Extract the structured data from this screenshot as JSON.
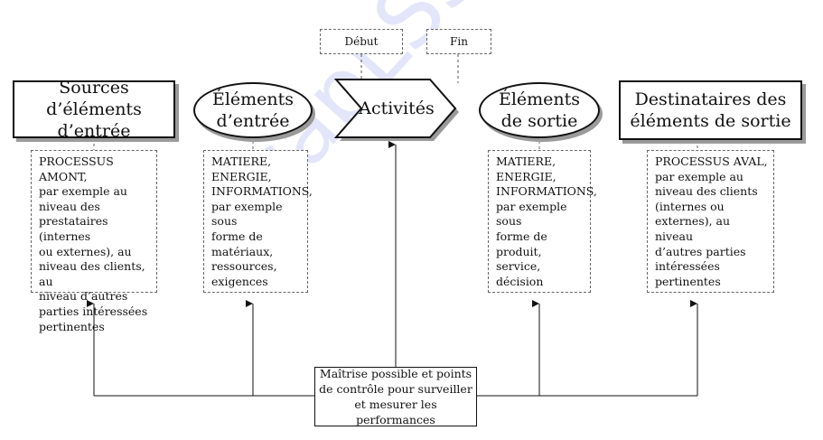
{
  "watermark": "capLSS.com",
  "tags": {
    "debut": "Début",
    "fin": "Fin"
  },
  "header": {
    "sources": "Sources d’éléments\nd’entrée",
    "elements_entree": "Éléments\nd’entrée",
    "activites": "Activités",
    "elements_sortie": "Éléments\nde sortie",
    "destinataires": "Destinataires des\néléments de sortie"
  },
  "details": {
    "sources": "PROCESSUS AMONT,\npar exemple au\nniveau des\nprestataires (internes\nou externes), au\nniveau des clients, au\nniveau d’autres\nparties intéressées\npertinentes",
    "entree": "MATIERE,\nENERGIE,\nINFORMATIONS,\npar exemple sous\nforme de\nmatériaux,\nressources,\nexigences",
    "sortie": "MATIERE,\nENERGIE,\nINFORMATIONS,\npar exemple sous\nforme de produit,\nservice, décision",
    "destinataires": "PROCESSUS AVAL,\npar exemple au\nniveau des clients\n(internes ou\nexternes), au niveau\nd’autres parties\nintéressées\npertinentes"
  },
  "control": "Maîtrise possible et points\nde contrôle pour surveiller\net mesurer les performances"
}
